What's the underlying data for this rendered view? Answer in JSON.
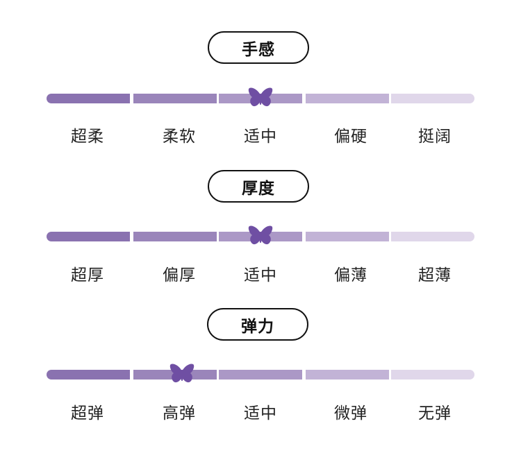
{
  "colors": {
    "seg_1": "#8a72b0",
    "seg_2": "#9a85ba",
    "seg_3": "#ab98c6",
    "seg_4": "#c2b3d6",
    "seg_5": "#e0d7ea",
    "butterfly": "#6f4fa3"
  },
  "icons": {
    "marker": "butterfly-icon"
  },
  "sections": [
    {
      "title": "手感",
      "labels": [
        "超柔",
        "柔软",
        "适中",
        "偏硬",
        "挺阔"
      ],
      "selected_index": 2
    },
    {
      "title": "厚度",
      "labels": [
        "超厚",
        "偏厚",
        "适中",
        "偏薄",
        "超薄"
      ],
      "selected_index": 2
    },
    {
      "title": "弹力",
      "labels": [
        "超弹",
        "高弹",
        "适中",
        "微弹",
        "无弹"
      ],
      "selected_index": 1
    }
  ]
}
